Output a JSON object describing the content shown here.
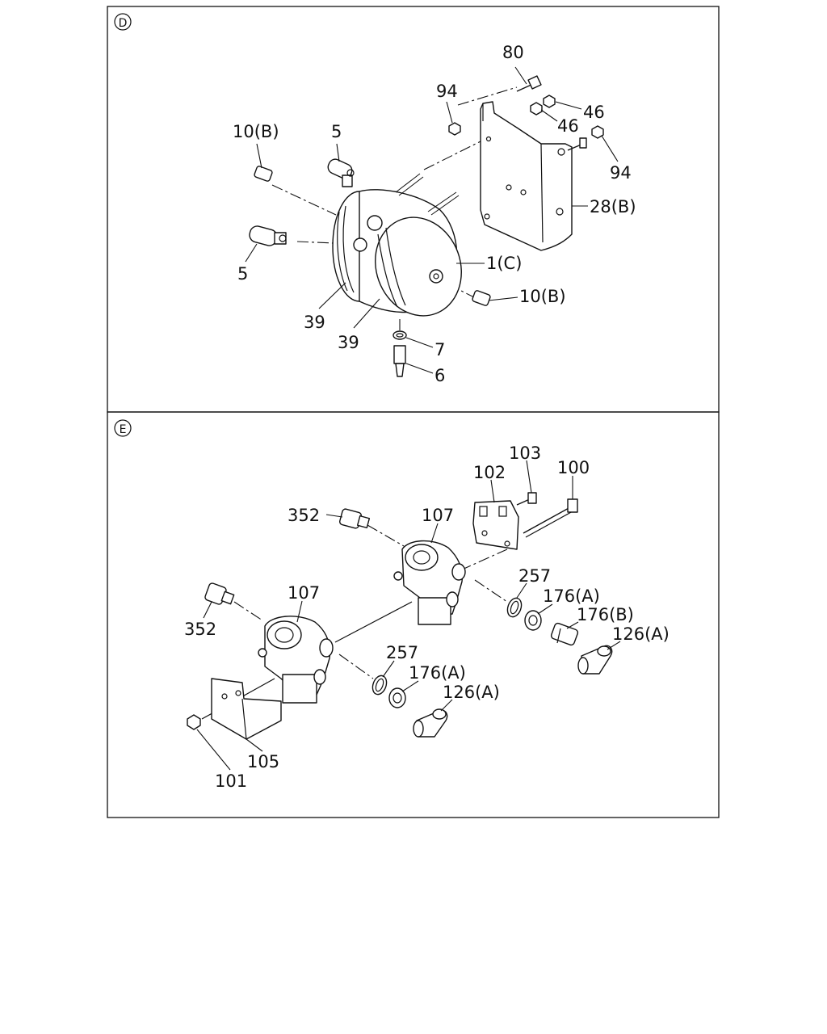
{
  "panels": [
    {
      "marker": "D",
      "labels": {
        "p80": "80",
        "p94a": "94",
        "p46a": "46",
        "p46b": "46",
        "p94b": "94",
        "p10b_top": "10(B)",
        "p5_top": "5",
        "p28b": "28(B)",
        "p5_left": "5",
        "p1c": "1(C)",
        "p10b_right": "10(B)",
        "p39a": "39",
        "p39b": "39",
        "p7": "7",
        "p6": "6"
      }
    },
    {
      "marker": "E",
      "labels": {
        "p103": "103",
        "p102": "102",
        "p100": "100",
        "p352_top": "352",
        "p107_top": "107",
        "p257_top": "257",
        "p176a_top": "176(A)",
        "p176b": "176(B)",
        "p126a_top": "126(A)",
        "p107_left": "107",
        "p352_left": "352",
        "p257_bottom": "257",
        "p176a_bottom": "176(A)",
        "p126a_bottom": "126(A)",
        "p105": "105",
        "p101": "101"
      }
    }
  ]
}
